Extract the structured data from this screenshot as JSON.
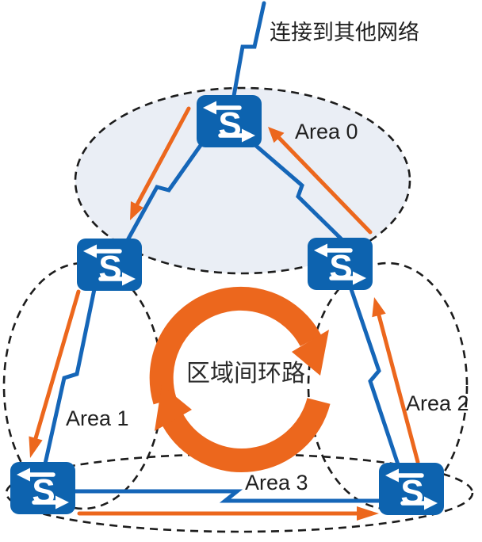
{
  "diagram": {
    "external_label": "连接到其他网络",
    "loop_label": "区域间环路",
    "switch_letter": "S",
    "areas": [
      {
        "id": "area0",
        "label": "Area 0"
      },
      {
        "id": "area1",
        "label": "Area 1"
      },
      {
        "id": "area2",
        "label": "Area 2"
      },
      {
        "id": "area3",
        "label": "Area 3"
      }
    ]
  },
  "colors": {
    "switch_blue": "#0d63af",
    "link_blue": "#1566b8",
    "arrow_orange": "#ec671d",
    "area0_fill": "#eaeef5",
    "dash_black": "#1c1c1c",
    "label_text": "#1f1f1f",
    "loop_text": "#2b2b2b"
  }
}
